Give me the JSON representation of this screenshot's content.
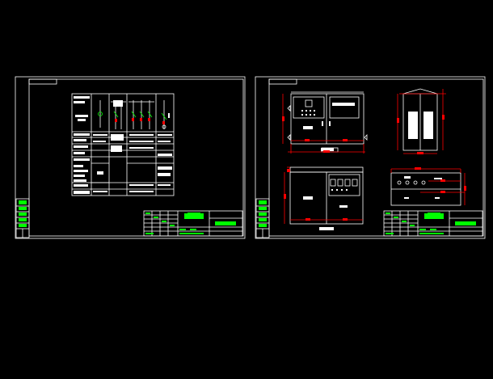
{
  "colors": {
    "background": "#000000",
    "line": "#ffffff",
    "accent_red": "#ff0000",
    "accent_green": "#00ff00"
  },
  "sheets": [
    {
      "id": "sheet-left",
      "content": "single-line-diagram-with-table"
    },
    {
      "id": "sheet-right",
      "content": "cabinet-elevations"
    }
  ],
  "icons": {
    "title_block": "title-block-icon"
  }
}
